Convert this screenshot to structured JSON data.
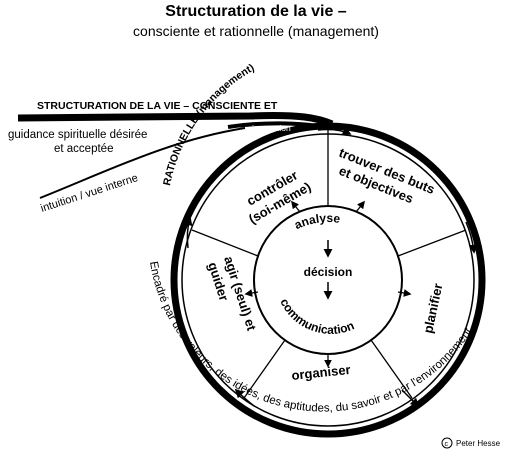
{
  "title": {
    "line1": "Structuration de la vie –",
    "line2": "consciente et rationnelle (management)"
  },
  "outer": {
    "arc_label_1": "STRUCTURATION DE LA VIE – CONSCIENTE ET",
    "arc_label_2": "RATIONNELLE (management)",
    "guidance_1": "guidance spirituelle désirée",
    "guidance_2": "et acceptée",
    "intuition": "intuition / vue interne",
    "innovation": "innovation",
    "bottom_arc": "Encadré par des valeurs, des idées, des aptitudes, du savoir et par l'environnement",
    "copyright": "Peter Hesse"
  },
  "segments": {
    "controler_1": "contrôler",
    "controler_2": "(soi-même)",
    "trouver_1": "trouver des buts",
    "trouver_2": "et objectives",
    "planifier": "planifier",
    "organiser": "organiser",
    "agir_1": "agir (seul) et",
    "agir_2": "guider"
  },
  "center": {
    "analyse": "analyse",
    "decision": "décision",
    "communication": "communication"
  }
}
